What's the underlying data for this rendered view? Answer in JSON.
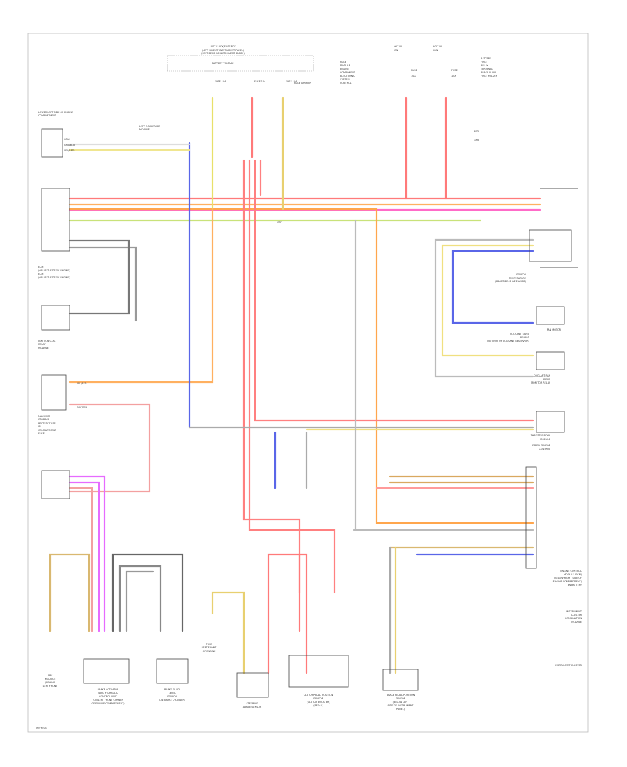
{
  "diagram": {
    "footer_code": "WMYEUG",
    "top_center": {
      "lines": [
        "LEFT E-BOX/FUSE BOX",
        "(LEFT SIDE OF INSTRUMENT PANEL)",
        "(LEFT REAR OF INSTRUMENT PANEL)"
      ],
      "sub": "BATTERY VOLTAGE",
      "fuses": [
        "FUSE 10A",
        "FUSE 10A",
        "FUSE 10A"
      ],
      "note_lines": [
        "FUSE CARRIER"
      ],
      "right_lines": [
        "FUSE",
        "MODULE",
        "ENGINE",
        "COMPONENT",
        "ELECTRONIC",
        "SYSTEM",
        "CONTROL"
      ]
    },
    "top_right_left": {
      "lines": [
        "HOT IN",
        "IGN"
      ],
      "fuse": "FUSE",
      "amps": "10A"
    },
    "top_right_right": {
      "lines": [
        "HOT IN",
        "IGN"
      ],
      "fuse": "FUSE",
      "amps": "10A"
    },
    "top_right_labels": [
      "BATTERY",
      "FUSE",
      "RELAY",
      "TERMINAL",
      "BRAKE FLUID",
      "FUSE HOLDER"
    ],
    "legend": [
      "RED",
      "GRN"
    ],
    "left_components": {
      "lower_left": {
        "lines": [
          "LOWER LEFT SIDE OF ENGINE",
          "COMPARTMENT"
        ],
        "wires": [
          "GRN",
          "GRN/BLU",
          "YEL/RED"
        ]
      },
      "relay": {
        "lines": [
          "LEFT E-BOX/FUSE",
          "MODULE"
        ]
      },
      "ecm_label": {
        "lines": [
          "ECM",
          "(ON LEFT SIDE OF ENGINE)",
          "ECM",
          "(ON LEFT SIDE OF ENGINE)"
        ]
      },
      "ignition": {
        "lines": [
          "IGNITION COIL",
          "RELAY",
          "MODULE"
        ]
      },
      "fuel": {
        "lines": [
          "MAXIMUM",
          "STORAGE",
          "BATTERY FUSE",
          "IN",
          "COMPARTMENT",
          "FUSE"
        ]
      },
      "fuel_wires": [
        "YEL/RED",
        "GRY/RED"
      ]
    },
    "center_label": "GRY",
    "right_labels": {
      "instrument": {
        "lines": [
          "SENSOR",
          "TEMPERATURE",
          "(FRONT/REAR OF ENGINE)"
        ]
      },
      "coolant": {
        "lines": [
          "COOLANT LEVEL",
          "SENSOR",
          "(BOTTOM OF COOLANT RESERVOIR)"
        ]
      },
      "relay_right": {
        "lines": [
          "COOLANT FAN",
          "SPEED",
          "MONITOR RELAY"
        ]
      },
      "fan": {
        "lines": [
          "FAN MOTOR"
        ]
      },
      "throttle": {
        "lines": [
          "THROTTLE BODY",
          "MODULE"
        ]
      },
      "module": {
        "lines": [
          "SPEED SENSOR",
          "CONTROL"
        ]
      },
      "ecm_block": {
        "lines": [
          "ENGINE CONTROL",
          "MODULE (ECM)",
          "(BELOW RIGHT SIDE OF",
          "ENGINE COMPARTMENT)",
          "IN BATTERY"
        ]
      },
      "cluster": {
        "lines": [
          "INSTRUMENT",
          "CLUSTER",
          "COMBINATION",
          "MODULE"
        ]
      },
      "cluster_bottom": "INSTRUMENT CLUSTER"
    },
    "bottom_components": [
      {
        "lines": [
          "ABS",
          "MODULE",
          "(BEHIND",
          "LEFT FRONT"
        ]
      },
      {
        "lines": [
          "BRAKE ACTUATOR",
          "/ABS HYDRAULIC",
          "CONTROL UNIT",
          "(ON LEFT FRONT CORNER",
          "OF ENGINE COMPARTMENT)"
        ]
      },
      {
        "lines": [
          "BRAKE FLUID",
          "LEVEL",
          "SENSOR",
          "(ON BRAKE CYLINDER)"
        ]
      },
      {
        "lines": [
          "FUSE",
          "LEFT FRONT",
          "OF ENGINE"
        ]
      },
      {
        "lines": [
          "STEERING",
          "ANGLE SENSOR"
        ]
      },
      {
        "lines": [
          "CLUTCH PEDAL POSITION",
          "SENSOR",
          "(CLUTCH BOOSTER)",
          "(PEDAL)"
        ]
      },
      {
        "lines": [
          "BRAKE PEDAL POSITION",
          "SENSOR",
          "(BELOW LEFT",
          "SIDE OF INSTRUMENT",
          "PANEL)"
        ]
      }
    ],
    "colors": {
      "red": "#ff6b6b",
      "pink": "#f4a6a6",
      "orange": "#ffa64d",
      "yellow": "#f5e06a",
      "green": "#7fcf6a",
      "blue": "#5560e0",
      "violet": "#e066ff",
      "gray": "#999999",
      "black": "#555555",
      "tan": "#d9b870"
    }
  }
}
